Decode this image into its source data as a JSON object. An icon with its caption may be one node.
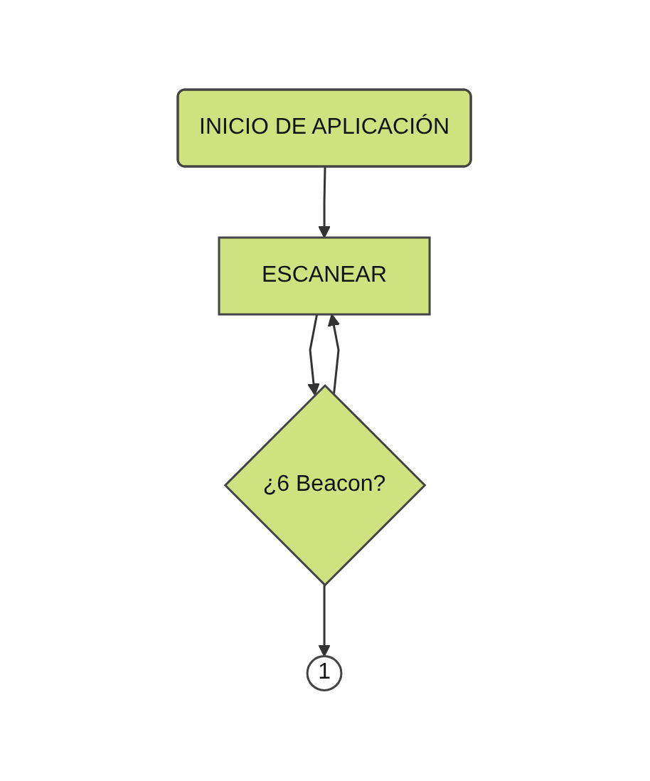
{
  "diagram": {
    "nodes": [
      {
        "text": [
          "INICIO DE APLICACIÓN"
        ]
      },
      {
        "text": [
          "ESCANEAR"
        ]
      },
      {
        "text": [
          "¿6 Beacon?"
        ]
      },
      {
        "text": [
          "1"
        ]
      }
    ],
    "edges": [
      {
        "from": 0,
        "to": 1,
        "arrow": "to"
      },
      {
        "from": 1,
        "to": 2,
        "arrow": "to"
      },
      {
        "from": 2,
        "to": 1,
        "arrow": "to"
      },
      {
        "from": 2,
        "to": 3,
        "arrow": "to"
      }
    ]
  }
}
